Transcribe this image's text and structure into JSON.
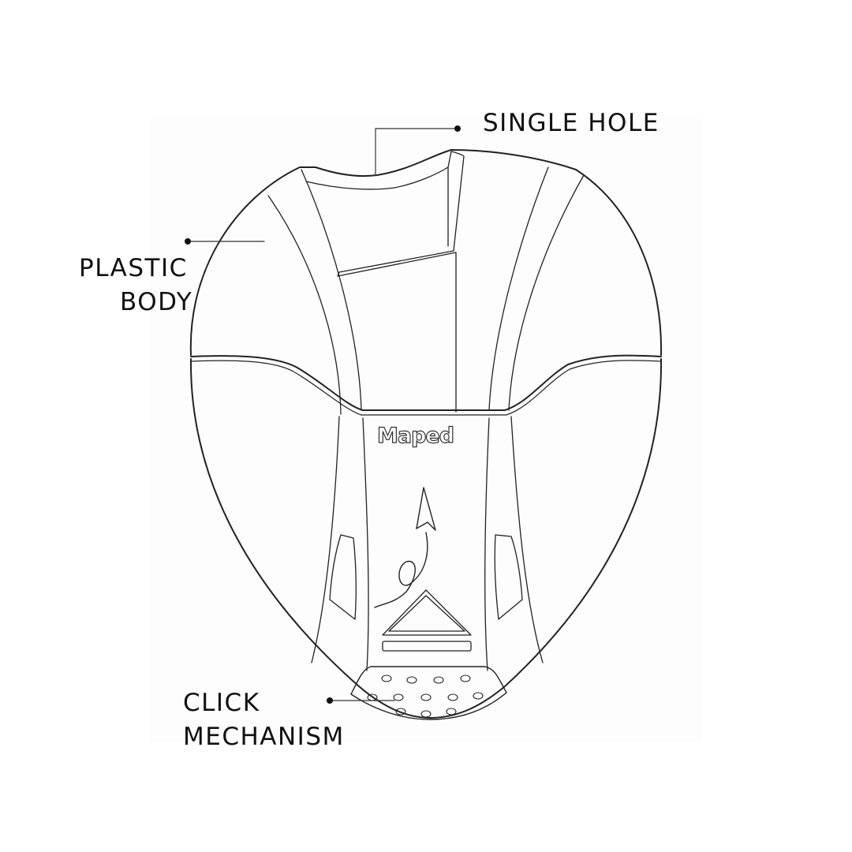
{
  "labels": {
    "single_hole": "SINGLE HOLE",
    "plastic_body_line1": "PLASTIC",
    "plastic_body_line2": "BODY",
    "click_line1": "CLICK",
    "click_line2": "MECHANISM"
  },
  "brand_logo": "Maped",
  "colors": {
    "stroke": "#222222",
    "background": "#ffffff"
  }
}
